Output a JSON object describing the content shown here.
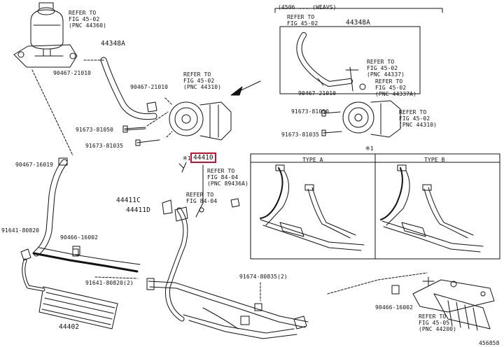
{
  "colors": {
    "ink": "#111111",
    "highlight": "#c8102e",
    "background": "#ffffff"
  },
  "header": {
    "title": "(4506 ... (WEAVS)"
  },
  "parts": {
    "p44348a_left": "44348A",
    "p44348a_right": "44348A",
    "p90467_21010_a": "90467-21010",
    "p90467_21010_b": "90467-21010",
    "p90467_21010_c": "90467-21010",
    "p91673_81050_left": "91673-81050",
    "p91673_81035_left": "91673-81035",
    "p91673_81050_right": "91673-81050",
    "p91673_81035_right": "91673-81035",
    "p90467_16019": "90467-16019",
    "p44410": "44410",
    "p44411c": "44411C",
    "p44411d": "44411D",
    "p91641_80820": "91641-80820",
    "p90466_16002_a": "90466-16002",
    "p91641_80820_2": "91641-80820(2)",
    "p44402": "44402",
    "p91674_80835": "91674-80835(2)",
    "p90466_16002_b": "90466-16002"
  },
  "refs": {
    "r1": "REFER TO\nFIG 45-02\n(PNC 44360)",
    "r2": "REFER TO\nFIG 45-02\n(PNC 44310)",
    "r3": "REFER TO\nFIG 45-02",
    "r4": "REFER TO\nFIG 45-02\n(PNC 44337)",
    "r5": "REFER TO\nFIG 45-02\n(PNC 44337A)",
    "r6": "REFER TO\nFIG 45-02\n(PNC 44310)",
    "r7": "REFER TO\nFIG 84-04\n(PNC 89436A)",
    "r8": "REFER TO\nFIG 84-04",
    "r9": "REFER TO\nFIG 45-05\n(PNC 44200)"
  },
  "marks": {
    "note_mark": "※1",
    "note_mark_box": "※1"
  },
  "types": {
    "a": "TYPE A",
    "b": "TYPE B"
  },
  "footer": {
    "figure_id": "456858"
  }
}
